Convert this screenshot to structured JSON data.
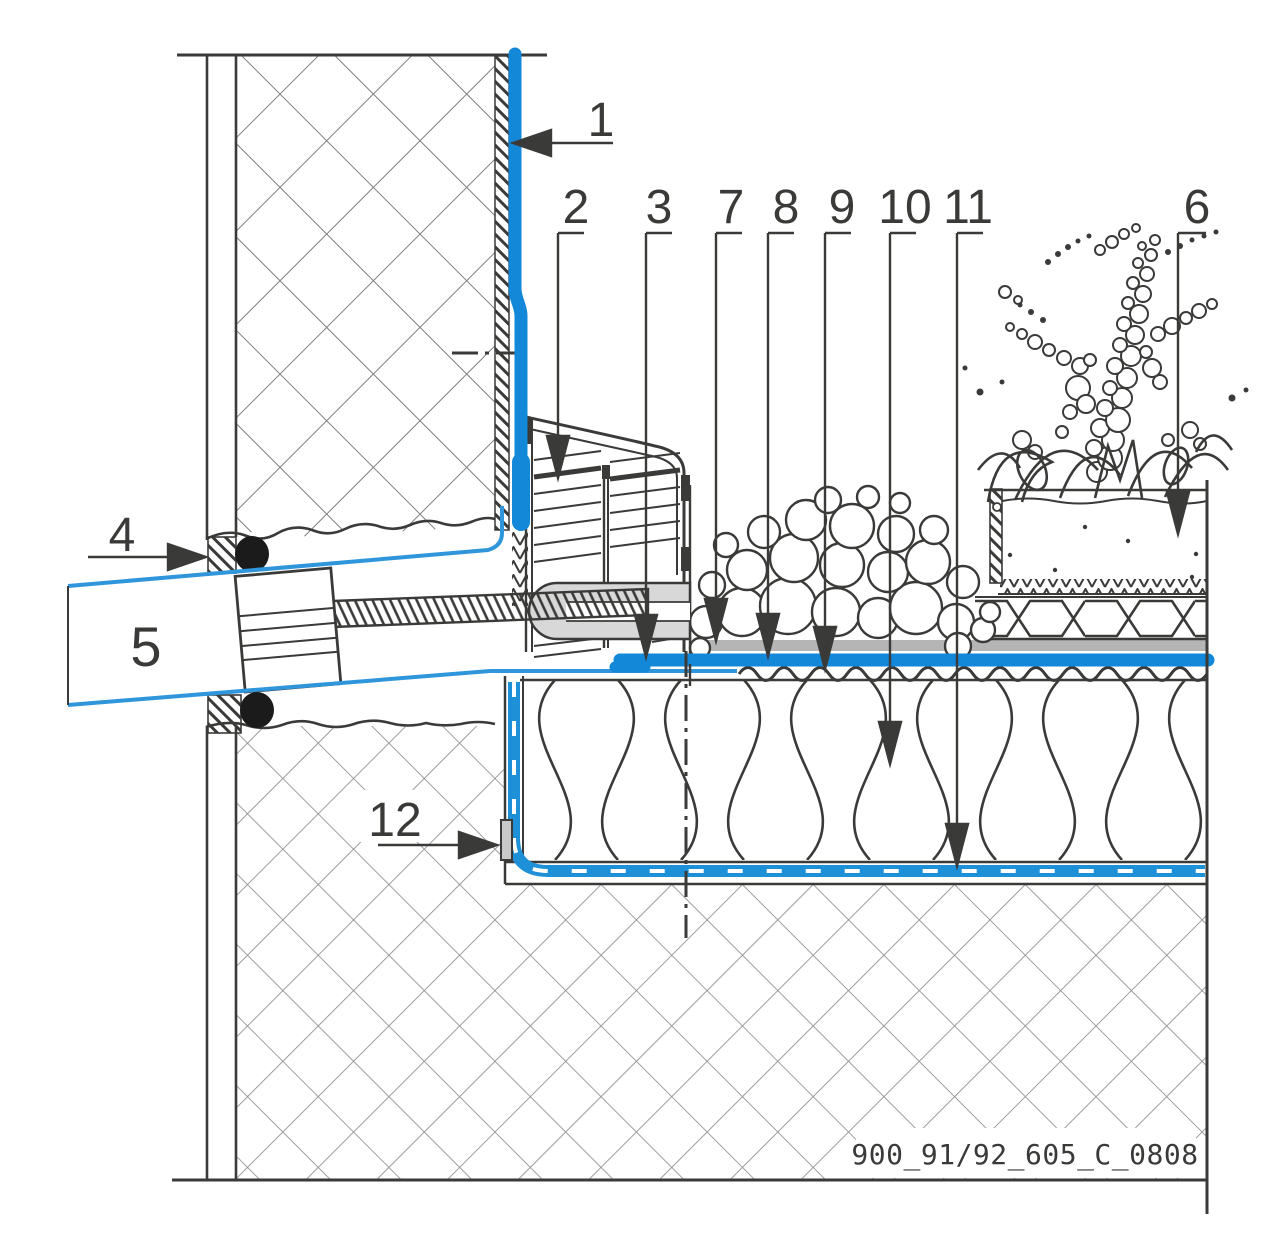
{
  "drawing": {
    "type": "construction-detail-section",
    "reference_code": "900_91/92_605_C_0808",
    "callouts": {
      "c1": "1",
      "c2": "2",
      "c3": "3",
      "c4": "4",
      "c5": "5",
      "c6": "6",
      "c7": "7",
      "c8": "8",
      "c9": "9",
      "c10": "10",
      "c11": "11",
      "c12": "12"
    },
    "colors": {
      "membrane_blue": "#1488d8",
      "thin_blue": "#2f96dc",
      "line_dark": "#3a3a38",
      "hatch_gray": "#8f8f8f",
      "protection_mat_gray": "#b5b5b5",
      "bar_fill_gray": "#d8d8d8",
      "block_gray": "#c9c9c9"
    }
  }
}
